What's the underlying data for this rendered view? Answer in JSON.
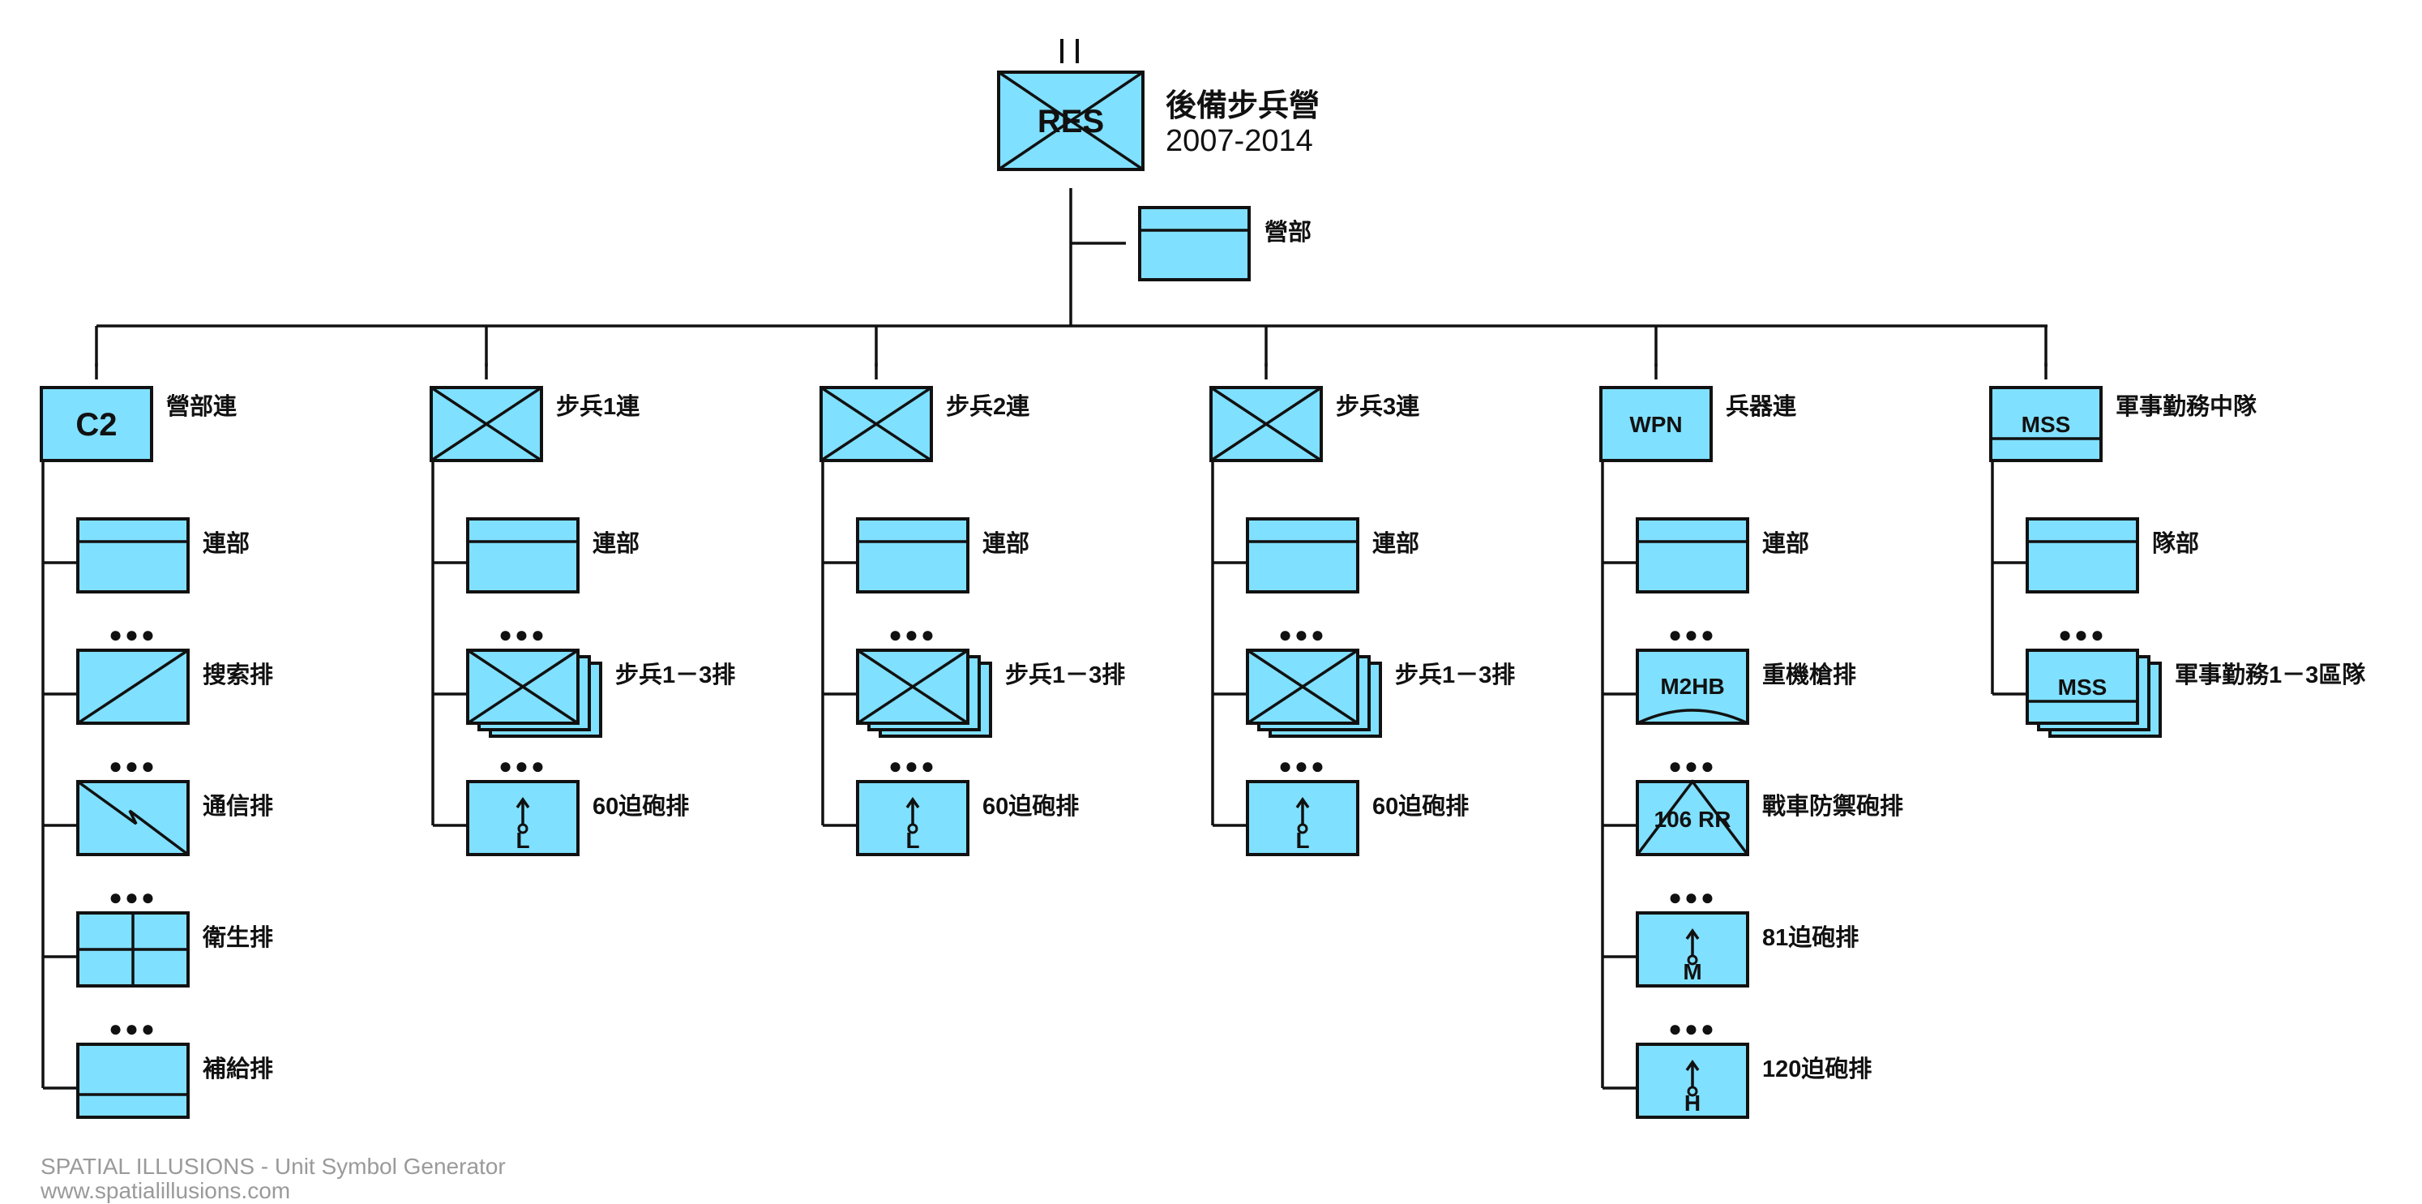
{
  "colors": {
    "fill": "#80e0ff",
    "stroke": "#111111",
    "footer": "#9a9a9a"
  },
  "headquarters": {
    "symbol_text": "RES",
    "size_mark": "II",
    "title": "後備步兵營",
    "years": "2007-2014",
    "staff_label": "營部"
  },
  "companies": [
    {
      "label": "營部連",
      "symbol": "C2",
      "type": "text",
      "platoons": [
        {
          "label": "連部",
          "type": "hq",
          "echelon": ""
        },
        {
          "label": "搜索排",
          "type": "recon",
          "echelon": "●●●"
        },
        {
          "label": "通信排",
          "type": "signal",
          "echelon": "●●●"
        },
        {
          "label": "衛生排",
          "type": "medical",
          "echelon": "●●●"
        },
        {
          "label": "補給排",
          "type": "supply",
          "echelon": "●●●"
        }
      ]
    },
    {
      "label": "步兵1連",
      "symbol": "",
      "type": "infantry",
      "platoons": [
        {
          "label": "連部",
          "type": "hq",
          "echelon": ""
        },
        {
          "label": "步兵1－3排",
          "type": "infantry",
          "stack": true,
          "echelon": "●●●"
        },
        {
          "label": "60迫砲排",
          "type": "mortar",
          "mortar_mark": "L",
          "echelon": "●●●"
        }
      ]
    },
    {
      "label": "步兵2連",
      "symbol": "",
      "type": "infantry",
      "platoons": [
        {
          "label": "連部",
          "type": "hq",
          "echelon": ""
        },
        {
          "label": "步兵1－3排",
          "type": "infantry",
          "stack": true,
          "echelon": "●●●"
        },
        {
          "label": "60迫砲排",
          "type": "mortar",
          "mortar_mark": "L",
          "echelon": "●●●"
        }
      ]
    },
    {
      "label": "步兵3連",
      "symbol": "",
      "type": "infantry",
      "platoons": [
        {
          "label": "連部",
          "type": "hq",
          "echelon": ""
        },
        {
          "label": "步兵1－3排",
          "type": "infantry",
          "stack": true,
          "echelon": "●●●"
        },
        {
          "label": "60迫砲排",
          "type": "mortar",
          "mortar_mark": "L",
          "echelon": "●●●"
        }
      ]
    },
    {
      "label": "兵器連",
      "symbol": "WPN",
      "type": "text",
      "platoons": [
        {
          "label": "連部",
          "type": "hq",
          "echelon": ""
        },
        {
          "label": "重機槍排",
          "type": "mg",
          "symbol": "M2HB",
          "echelon": "●●●"
        },
        {
          "label": "戰車防禦砲排",
          "type": "antitank",
          "symbol": "106 RR",
          "echelon": "●●●"
        },
        {
          "label": "81迫砲排",
          "type": "mortar",
          "mortar_mark": "M",
          "echelon": "●●●"
        },
        {
          "label": "120迫砲排",
          "type": "mortar",
          "mortar_mark": "H",
          "echelon": "●●●"
        }
      ]
    },
    {
      "label": "軍事勤務中隊",
      "symbol": "MSS",
      "type": "text-hq",
      "platoons": [
        {
          "label": "隊部",
          "type": "hq",
          "echelon": ""
        },
        {
          "label": "軍事勤務1－3區隊",
          "type": "text-hq",
          "symbol": "MSS",
          "stack": true,
          "echelon": "●●●"
        }
      ]
    }
  ],
  "footer": {
    "line1": "SPATIAL ILLUSIONS - Unit Symbol Generator",
    "line2": "www.spatialillusions.com"
  }
}
